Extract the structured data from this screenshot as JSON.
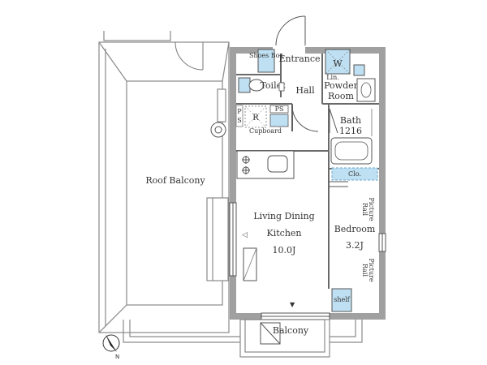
{
  "plan": {
    "rooms": {
      "roof_balcony": "Roof Balcony",
      "entrance": "Entrance",
      "shoes_box": "Shoes Box",
      "washer": "W",
      "linen": "Lin.",
      "toilet": "Toilet",
      "hall": "Hall",
      "powder_room_1": "Powder",
      "powder_room_2": "Room",
      "ps_left_1": "P",
      "ps_left_2": "S",
      "refrigerator": "R",
      "ps_right": "PS",
      "cupboard": "Cupboard",
      "bath": "Bath",
      "bath_size": "1216",
      "ldk_line1": "Living Dining",
      "ldk_line2": "Kitchen",
      "ldk_size": "10.0J",
      "closet": "Clo.",
      "picture_rail_top_1": "Picture",
      "picture_rail_top_2": "Rail",
      "bedroom": "Bedroom",
      "bedroom_size": "3.2J",
      "picture_rail_bottom_1": "Picture",
      "picture_rail_bottom_2": "Rail",
      "shelf": "shelf",
      "balcony": "Balcony"
    },
    "compass": {
      "north_label": "N"
    },
    "colors": {
      "wall": "#9a9a9a",
      "line": "#555555",
      "fixture_blue": "#bfe0f2",
      "fixture_stroke": "#6aa6c9"
    }
  }
}
